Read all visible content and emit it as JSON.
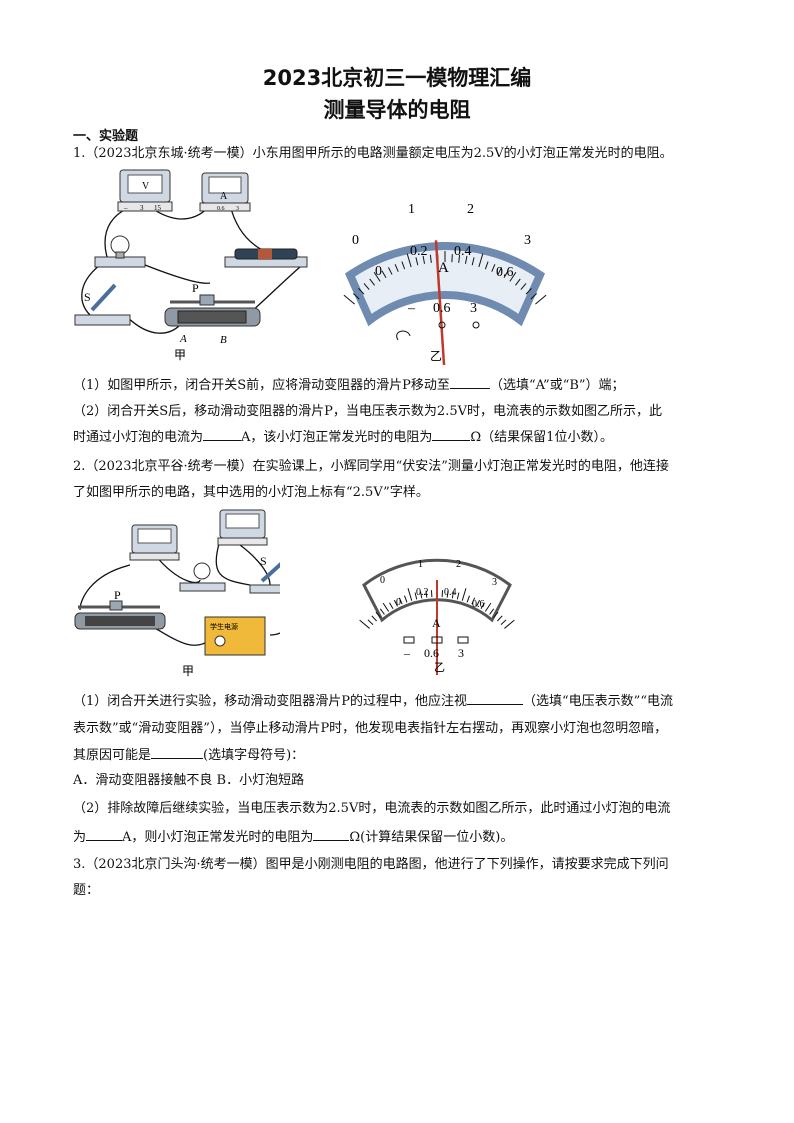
{
  "document": {
    "title_line1": "2023北京初三一模物理汇编",
    "title_line2": "测量导体的电阻",
    "section": "一、实验题"
  },
  "q1": {
    "stem": "1.（2023北京东城·统考一模）小东用图甲所示的电路测量额定电压为2.5V的小灯泡正常发光时的电阻。",
    "fig_labels": {
      "voltmeter": "V",
      "voltmeter_terminals": [
        "–",
        "3",
        "15"
      ],
      "ammeter": "A",
      "ammeter_terminals": [
        "0.6",
        "3"
      ],
      "switch": "S",
      "slider": "P",
      "end_a": "A",
      "end_b": "B",
      "caption_a": "甲",
      "caption_b": "乙"
    },
    "meter": {
      "upper_scale": [
        "0",
        "1",
        "2",
        "3"
      ],
      "lower_scale": [
        "0",
        "0.2",
        "0.4",
        "0.6"
      ],
      "unit": "A",
      "terminals": [
        "–",
        "0.6",
        "3"
      ],
      "reading_fraction": 0.463
    },
    "part1_a": "（1）如图甲所示，闭合开关S前，应将滑动变阻器的滑片P移动至",
    "part1_b": "（选填“A”或“B”）端；",
    "part2_line1": "（2）闭合开关S后，移动滑动变阻器的滑片P，当电压表示数为2.5V时，电流表的示数如图乙所示，此",
    "part2_a": "时通过小灯泡的电流为",
    "part2_b": "A，该小灯泡正常发光时的电阻为",
    "part2_c": "Ω（结果保留1位小数）。"
  },
  "q2": {
    "stem_line1": "2.（2023北京平谷·统考一模）在实验课上，小辉同学用“伏安法”测量小灯泡正常发光时的电阻，他连接",
    "stem_line2": "了如图甲所示的电路，其中选用的小灯泡上标有“2.5V”字样。",
    "fig_labels": {
      "slider": "P",
      "switch": "S",
      "power_label": "学生电源",
      "caption_a": "甲",
      "caption_b": "乙"
    },
    "meter": {
      "upper_scale": [
        "0",
        "1",
        "2",
        "3"
      ],
      "lower_scale": [
        "0",
        "0.2",
        "0.4",
        "0.6"
      ],
      "unit": "A",
      "terminals": [
        "–",
        "0.6",
        "3"
      ],
      "reading_fraction": 0.5
    },
    "part1_a": "（1）闭合开关进行实验，移动滑动变阻器滑片P的过程中，他应注视",
    "part1_b": "（选填“电压表示数”“电流",
    "part1_line2": "表示数”或“滑动变阻器”），当停止移动滑片P时，他发现电表指针左右摆动，再观察小灯泡也忽明忽暗，",
    "part1_c": "其原因可能是",
    "part1_d": "(选填字母符号)：",
    "options": "A．滑动变阻器接触不良    B．小灯泡短路",
    "part2_line1": "（2）排除故障后继续实验，当电压表示数为2.5V时，电流表的示数如图乙所示，此时通过小灯泡的电流",
    "part2_a": "为",
    "part2_b": "A，则小灯泡正常发光时的电阻为",
    "part2_c": "Ω(计算结果保留一位小数)。"
  },
  "q3": {
    "stem_line1": "3.（2023北京门头沟·统考一模）图甲是小刚测电阻的电路图，他进行了下列操作，请按要求完成下列问",
    "stem_line2": "题："
  }
}
